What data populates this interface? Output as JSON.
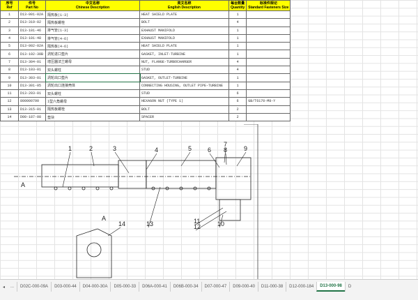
{
  "table": {
    "headers": [
      [
        "序号",
        "Ref"
      ],
      [
        "件号",
        "Part No"
      ],
      [
        "中文名称",
        "Chinese Description"
      ],
      [
        "英文名称",
        "English Description"
      ],
      [
        "每台数量",
        "Quantity"
      ],
      [
        "标准件规记",
        "Standard Fasteners Size"
      ]
    ],
    "rows": [
      [
        "1",
        "D13-001-02A",
        "隔热板(1-3)",
        "HEAT SHIELD PLATE",
        "1",
        ""
      ],
      [
        "2",
        "D13-319-02",
        "隔热板螺栓",
        "BOLT",
        "4",
        ""
      ],
      [
        "3",
        "D13-101-46",
        "排气管(1-3)",
        "EXHAUST MANIFOLD",
        "1",
        ""
      ],
      [
        "4",
        "D13-101-48",
        "排气管(4-6)",
        "EXHAUST MANIFOLD",
        "1",
        ""
      ],
      [
        "5",
        "D13-002-02A",
        "隔热板(4-6)",
        "HEAT SHIELD PLATE",
        "1",
        ""
      ],
      [
        "6",
        "D13-102-30B",
        "涡轮进口垫片",
        "GASKET, INLET-TURBINE",
        "1",
        ""
      ],
      [
        "7",
        "D13-304-01",
        "增压器法兰螺母",
        "NUT, FLANGE-TURBOCHARGER",
        "4",
        ""
      ],
      [
        "8",
        "D13-103-01",
        "双头螺柱",
        "STUD",
        "4",
        ""
      ],
      [
        "9",
        "D13-303-01",
        "涡轮出口垫片",
        "GASKET, OUTLET-TURBINE",
        "1",
        ""
      ],
      [
        "10",
        "D13-301-05",
        "涡轮出口连接壳体",
        "CONNECTING HOUSING, OUTLET PIPE-TURBINE",
        "1",
        ""
      ],
      [
        "11",
        "D13-203-01",
        "双头螺柱",
        "STUD",
        "6",
        ""
      ],
      [
        "12",
        "800000790",
        "I型六角螺母",
        "HEXAGON NUT (TYPE 1)",
        "6",
        "GB/T6170-M8-Y"
      ],
      [
        "13",
        "D13-315-01",
        "隔热板螺栓",
        "BOLT",
        "2",
        ""
      ],
      [
        "14",
        "D00-187-08",
        "垫块",
        "SPACER",
        "2",
        ""
      ]
    ]
  },
  "drawing": {
    "labels": [
      "1",
      "2",
      "3",
      "4",
      "5",
      "6",
      "7",
      "8",
      "9",
      "10",
      "11",
      "12",
      "13",
      "14",
      "A",
      "A"
    ]
  },
  "tabs": {
    "prev": "◂",
    "more": "...",
    "items": [
      "D02C-000-09A",
      "D03-000-44",
      "D04-000-30A",
      "D05-000-33",
      "D06A-000-41",
      "D06B-000-34",
      "D07-000-47",
      "D09-000-40",
      "D11-000-38",
      "D12-000-184",
      "D13-000-98",
      "D"
    ],
    "active": "D13-000-98"
  }
}
